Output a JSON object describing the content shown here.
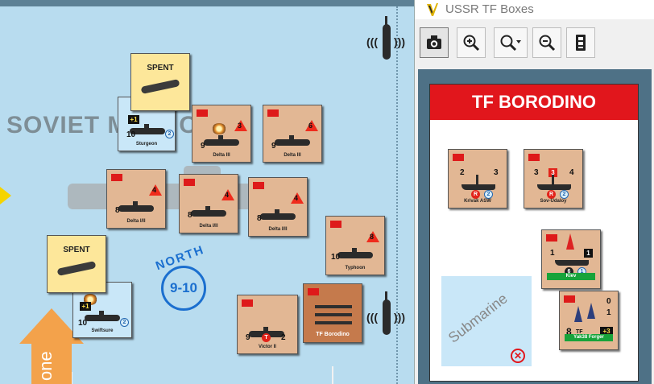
{
  "map": {
    "title": "SOVIET    M  BA  ON",
    "compass": {
      "label": "NORTH",
      "value": "9-10"
    },
    "arrow_text": "one",
    "spent_label": "SPENT",
    "counters": [
      {
        "id": "sturgeon",
        "name": "Sturgeon",
        "a": "10",
        "b": "2",
        "badge": "+1"
      },
      {
        "id": "delta3a",
        "name": "Delta III",
        "a": "9",
        "tri": "3"
      },
      {
        "id": "delta3b",
        "name": "Delta III",
        "a": "9",
        "tri": "6"
      },
      {
        "id": "delta12a",
        "name": "Delta I/II",
        "a": "8",
        "tri": "4"
      },
      {
        "id": "delta12b",
        "name": "Delta I/II",
        "a": "8",
        "tri": "4"
      },
      {
        "id": "delta12c",
        "name": "Delta I/II",
        "a": "8",
        "tri": "4"
      },
      {
        "id": "typhoon",
        "name": "Typhoon",
        "a": "10",
        "tri": "8"
      },
      {
        "id": "swiftsure",
        "name": "Swiftsure",
        "a": "10",
        "b": "2",
        "badge": "+1"
      },
      {
        "id": "victor2",
        "name": "Victor II",
        "a": "9",
        "c": "2",
        "r": "T"
      }
    ],
    "tf_counter": {
      "name": "TF Borodino"
    }
  },
  "window": {
    "title": "USSR TF Boxes",
    "toolbar": [
      "camera-icon",
      "zoom-in-icon",
      "zoom-menu-icon",
      "zoom-out-icon",
      "counter-stack-icon"
    ],
    "tf_box": {
      "header": "TF BORODINO",
      "submarine_zone": "Submarine",
      "units": [
        {
          "id": "krivak",
          "name": "Krivak ASW",
          "a": "2",
          "b": "3",
          "r": "R",
          "c": "2"
        },
        {
          "id": "sovudaloy",
          "name": "Sov-Udaloy",
          "a": "3",
          "sq": "3",
          "b": "4",
          "r": "R",
          "c": "2"
        },
        {
          "id": "kiev",
          "name": "Kiev",
          "a": "1",
          "sq": "1",
          "k": "6",
          "c": "1"
        },
        {
          "id": "yak38",
          "name": "Yak38 Forger",
          "top": "0",
          "mid": "1",
          "a": "8",
          "mod": "+3",
          "mark": "TF"
        }
      ]
    }
  }
}
